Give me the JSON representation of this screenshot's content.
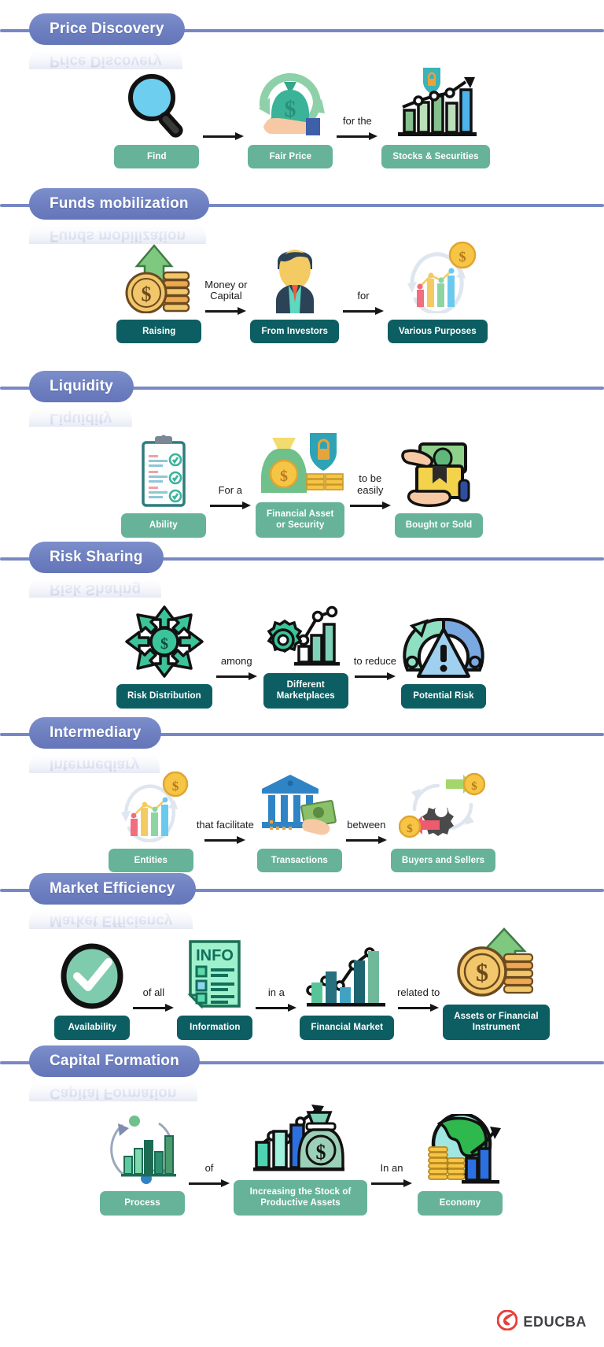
{
  "theme": {
    "pill_color": "#6d7fc0",
    "rule_color": "#7888c4",
    "chip_green": "#66b39a",
    "chip_teal": "#0d5e62",
    "background": "#ffffff",
    "brand_accent": "#e8413a"
  },
  "brand": {
    "name": "EDUCBA",
    "icon": "educba-logo-icon"
  },
  "sections": [
    {
      "title": "Price Discovery",
      "chip_style": "green",
      "nodes": [
        {
          "label": "Find",
          "icon": "magnifier-icon"
        },
        {
          "label": "Fair Price",
          "icon": "money-bag-hand-icon"
        },
        {
          "label": "Stocks & Securities",
          "icon": "secure-bar-chart-icon"
        }
      ],
      "connectors": [
        {
          "text": ""
        },
        {
          "text": "for the"
        }
      ]
    },
    {
      "title": "Funds mobilization",
      "chip_style": "teal",
      "nodes": [
        {
          "label": "Raising",
          "icon": "coins-up-arrow-icon"
        },
        {
          "label": "From Investors",
          "icon": "businessman-icon"
        },
        {
          "label": "Various Purposes",
          "icon": "chart-coin-cycle-icon"
        }
      ],
      "connectors": [
        {
          "text": "Money or\nCapital"
        },
        {
          "text": "for"
        }
      ]
    },
    {
      "title": "Liquidity",
      "chip_style": "green",
      "nodes": [
        {
          "label": "Ability",
          "icon": "checklist-clipboard-icon"
        },
        {
          "label": "Financial Asset\nor Security",
          "icon": "money-bag-shield-icon"
        },
        {
          "label": "Bought or Sold",
          "icon": "cash-exchange-hands-icon"
        }
      ],
      "connectors": [
        {
          "text": "For a"
        },
        {
          "text": "to be\neasily"
        }
      ]
    },
    {
      "title": "Risk Sharing",
      "chip_style": "teal",
      "nodes": [
        {
          "label": "Risk Distribution",
          "icon": "dollar-spread-arrows-icon"
        },
        {
          "label": "Different\nMarketplaces",
          "icon": "gear-bar-chart-icon"
        },
        {
          "label": "Potential Risk",
          "icon": "risk-gauge-icon"
        }
      ],
      "connectors": [
        {
          "text": "among"
        },
        {
          "text": "to reduce"
        }
      ]
    },
    {
      "title": "Intermediary",
      "chip_style": "green",
      "nodes": [
        {
          "label": "Entities",
          "icon": "chart-coin-cycle-icon"
        },
        {
          "label": "Transactions",
          "icon": "bank-cash-icon"
        },
        {
          "label": "Buyers and Sellers",
          "icon": "gear-exchange-icon"
        }
      ],
      "connectors": [
        {
          "text": "that facilitate"
        },
        {
          "text": "between"
        }
      ]
    },
    {
      "title": "Market Efficiency",
      "chip_style": "teal",
      "nodes": [
        {
          "label": "Availability",
          "icon": "check-circle-icon"
        },
        {
          "label": "Information",
          "icon": "info-document-icon"
        },
        {
          "label": "Financial Market",
          "icon": "line-bar-chart-icon"
        },
        {
          "label": "Assets or Financial\nInstrument",
          "icon": "coins-growth-arrow-icon"
        }
      ],
      "connectors": [
        {
          "text": "of all"
        },
        {
          "text": "in a"
        },
        {
          "text": "related to"
        }
      ]
    },
    {
      "title": "Capital Formation",
      "chip_style": "green",
      "nodes": [
        {
          "label": "Process",
          "icon": "cycle-bar-chart-icon"
        },
        {
          "label": "Increasing the Stock of\nProductive Assets",
          "icon": "growth-money-bag-icon"
        },
        {
          "label": "Economy",
          "icon": "globe-coins-chart-icon"
        }
      ],
      "connectors": [
        {
          "text": "of"
        },
        {
          "text": "In an"
        }
      ]
    }
  ]
}
